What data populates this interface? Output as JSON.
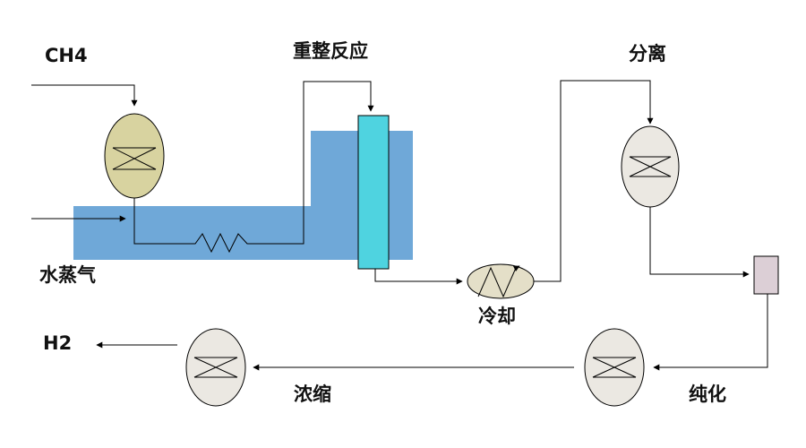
{
  "labels": {
    "ch4": "CH4",
    "steam": "水蒸气",
    "reforming": "重整反应",
    "separation": "分离",
    "cooling": "冷却",
    "purification": "纯化",
    "concentration": "浓缩",
    "h2": "H2"
  },
  "colors": {
    "water_bath": "#6fa8d8",
    "reactor": "#4fd3e0",
    "feed_vessel": "#d8d3a0",
    "vessel": "#ebe8e2",
    "cooler": "#e4dfc8",
    "small_box": "#dccfd6",
    "line": "#000000"
  }
}
